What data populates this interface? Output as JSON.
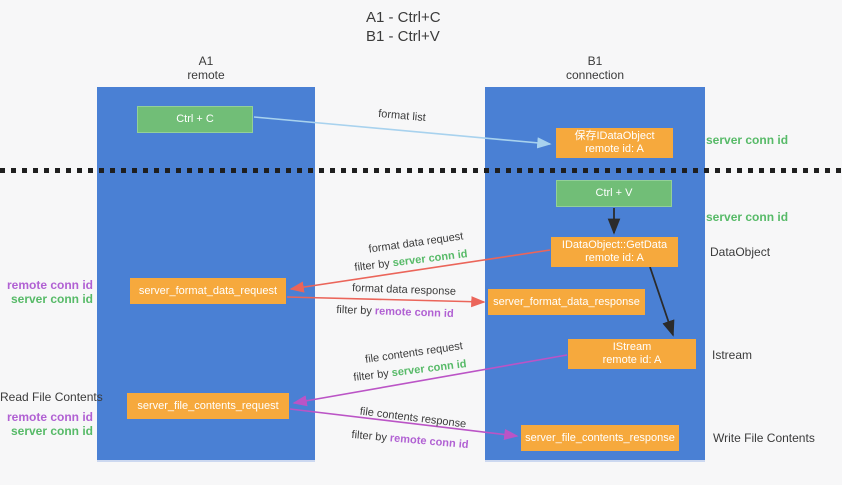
{
  "title": {
    "line1": "A1 - Ctrl+C",
    "line2": "B1 - Ctrl+V"
  },
  "lifelines": {
    "a1": {
      "name": "A1",
      "subtitle": "remote"
    },
    "b1": {
      "name": "B1",
      "subtitle": "connection"
    }
  },
  "nodes": {
    "ctrl_c": {
      "label": "Ctrl + C"
    },
    "ctrl_v": {
      "label": "Ctrl + V"
    },
    "save_dataobject": {
      "line1": "保存IDataObject",
      "line2": "remote id: A"
    },
    "getdata": {
      "line1": "IDataObject::GetData",
      "line2": "remote id: A"
    },
    "istream": {
      "line1": "IStream",
      "line2": "remote id: A"
    },
    "format_request": {
      "label": "server_format_data_request"
    },
    "format_response": {
      "label": "server_format_data_response"
    },
    "file_request": {
      "label": "server_file_contents_request"
    },
    "file_response": {
      "label": "server_file_contents_response"
    }
  },
  "side_labels": {
    "server_conn_id_top": "server conn id",
    "server_conn_id_mid": "server conn id",
    "dataobject": "DataObject",
    "istream": "Istream",
    "write_file_contents": "Write File Contents",
    "read_file_contents": "Read File Contents",
    "remote_conn_id_format": "remote conn id",
    "server_conn_id_format": "server conn id",
    "remote_conn_id_file": "remote conn id",
    "server_conn_id_file": "server conn id"
  },
  "arrow_labels": {
    "format_list": "format list",
    "format_data_request": "format data request",
    "filter_by_server_1": {
      "prefix": "filter by ",
      "value": "server conn id"
    },
    "format_data_response": "format data response",
    "filter_by_remote_1": {
      "prefix": "filter by ",
      "value": "remote conn id"
    },
    "file_contents_request": "file contents request",
    "filter_by_server_2": {
      "prefix": "filter by ",
      "value": "server conn id"
    },
    "file_contents_response": "file contents response",
    "filter_by_remote_2": {
      "prefix": "filter by ",
      "value": "remote conn id"
    }
  },
  "colors": {
    "lifeline_blue": "#4a80d4",
    "node_green": "#71be77",
    "node_orange": "#f6a93d",
    "conn_id_green": "#57ba68",
    "conn_id_purple": "#b161d3",
    "arrow_lightblue": "#a8d2ee",
    "arrow_red": "#eb655a",
    "arrow_magenta": "#bb54c6",
    "arrow_black": "#2b2b2b"
  }
}
